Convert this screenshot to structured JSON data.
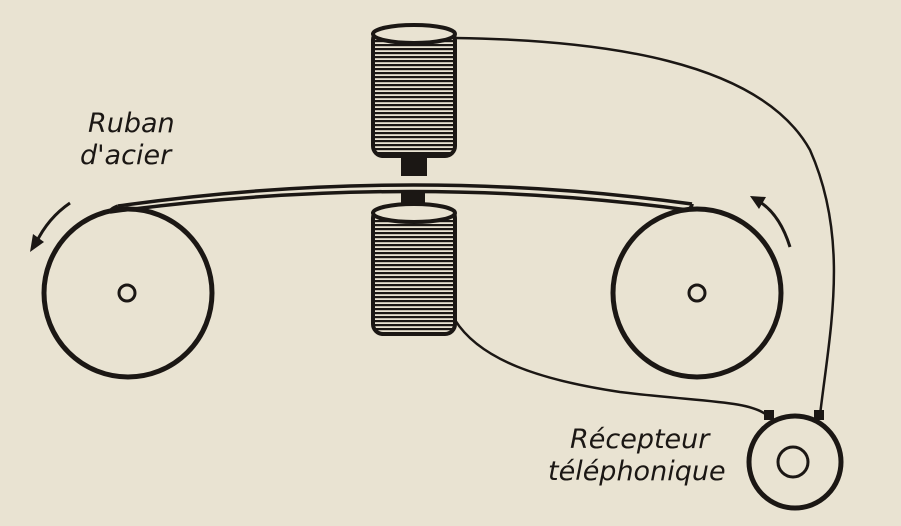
{
  "labels": {
    "tape_line1": "Ruban",
    "tape_line2": "d'acier",
    "receiver_line1": "Récepteur",
    "receiver_line2": "téléphonique"
  },
  "colors": {
    "background": "#e9e3d2",
    "ink": "#1b1714"
  }
}
